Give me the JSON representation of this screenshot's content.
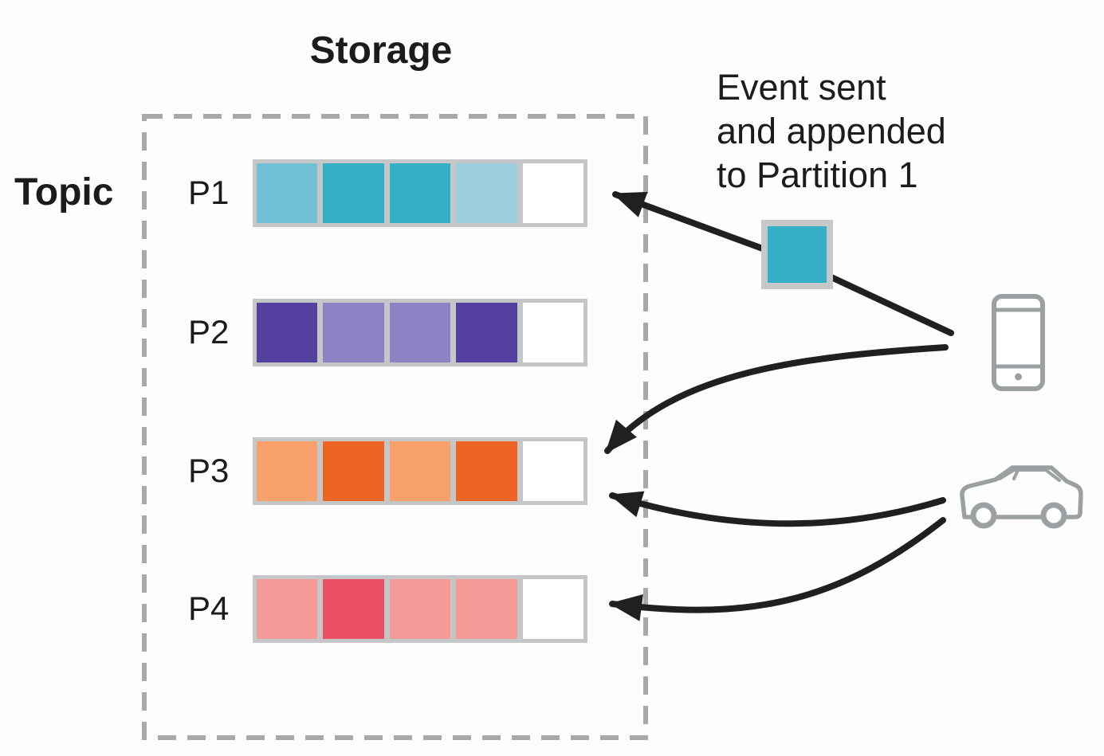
{
  "storage_title": "Storage",
  "topic_label": "Topic",
  "annotation": {
    "lines": [
      "Event sent",
      "and appended",
      "to Partition 1"
    ]
  },
  "partitions": [
    {
      "label": "P1",
      "cells": [
        "#70C1D6",
        "#35AFC6",
        "#35AFC6",
        "#9BCFE0",
        "#FFFFFF"
      ]
    },
    {
      "label": "P2",
      "cells": [
        "#54419F",
        "#8D82C4",
        "#8D82C4",
        "#54419F",
        "#FFFFFF"
      ]
    },
    {
      "label": "P3",
      "cells": [
        "#F8A06C",
        "#EE6424",
        "#F8A06C",
        "#EE6424",
        "#FFFFFF"
      ]
    },
    {
      "label": "P4",
      "cells": [
        "#F59B97",
        "#EA5065",
        "#F59B97",
        "#F59B97",
        "#FFFFFF"
      ]
    }
  ],
  "event_square": {
    "color": "#35AFC6"
  },
  "sources": [
    {
      "icon": "smartphone-icon"
    },
    {
      "icon": "car-icon"
    }
  ],
  "arrows": [
    {
      "from": "smartphone",
      "to": "P1",
      "via": "event-square"
    },
    {
      "from": "smartphone",
      "to": "P3"
    },
    {
      "from": "car",
      "to": "P3"
    },
    {
      "from": "car",
      "to": "P4"
    }
  ],
  "colors": {
    "accent_teal": "#35AFC6",
    "cell_frame_gray": "#C5C6C7",
    "dashed_border_gray": "#A8AAAA",
    "icon_gray": "#9BA0A3",
    "arrow_black": "#221F1F",
    "text_black": "#1C1C1C",
    "background": "#FDFDFD"
  }
}
